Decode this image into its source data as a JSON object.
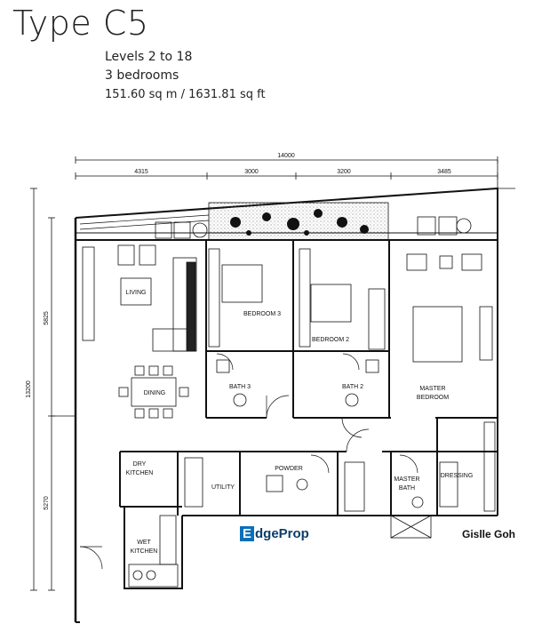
{
  "header": {
    "title": "Type C5",
    "levels": "Levels 2 to 18",
    "bedrooms": "3 bedrooms",
    "area": "151.60 sq m / 1631.81 sq ft"
  },
  "dimensions": {
    "total_width": "14000",
    "seg1": "4315",
    "seg2": "3000",
    "seg3": "3200",
    "seg4": "3485",
    "total_height": "13200",
    "upper_height": "5825",
    "lower_height": "5270"
  },
  "rooms": {
    "living": "LIVING",
    "bedroom3": "BEDROOM 3",
    "bedroom2": "BEDROOM 2",
    "dining": "DINING",
    "bath3": "BATH 3",
    "bath2": "BATH 2",
    "master_bedroom_1": "MASTER",
    "master_bedroom_2": "BEDROOM",
    "dry_kitchen_1": "DRY",
    "dry_kitchen_2": "KITCHEN",
    "powder": "POWDER",
    "utility": "UTILITY",
    "master_bath_1": "MASTER",
    "master_bath_2": "BATH",
    "dressing": "DRESSING",
    "wet_kitchen_1": "WET",
    "wet_kitchen_2": "KITCHEN"
  },
  "watermark": {
    "logo_initial": "E",
    "logo_rest": "dgeProp",
    "agent": "Gislle Goh"
  },
  "colors": {
    "logo_blue": "#0b6fb8",
    "logo_text": "#0b3d6b"
  }
}
